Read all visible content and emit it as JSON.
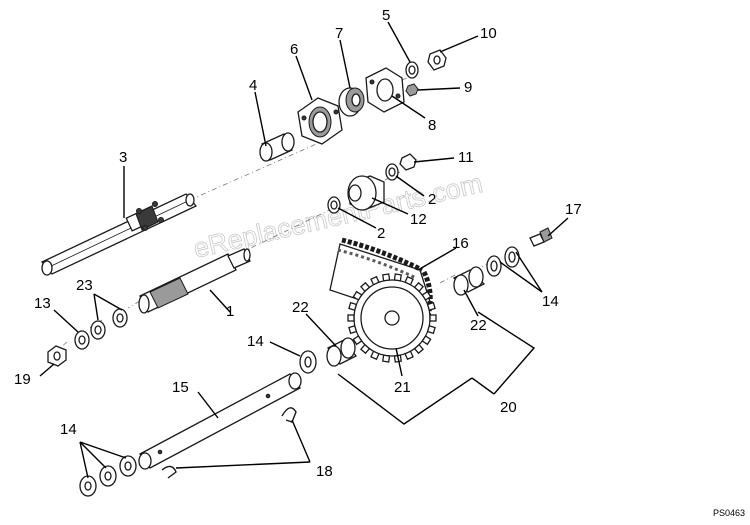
{
  "watermark": "eReplacementParts.com",
  "figure_ref": "PS0463",
  "callouts": {
    "c1": "1",
    "c2a": "2",
    "c2b": "2",
    "c3": "3",
    "c4": "4",
    "c5": "5",
    "c6": "6",
    "c7": "7",
    "c8": "8",
    "c9": "9",
    "c10": "10",
    "c11": "11",
    "c12": "12",
    "c13": "13",
    "c14a": "14",
    "c14b": "14",
    "c14c": "14",
    "c15": "15",
    "c16": "16",
    "c17": "17",
    "c18": "18",
    "c19": "19",
    "c20": "20",
    "c21": "21",
    "c22a": "22",
    "c22b": "22",
    "c23": "23"
  },
  "colors": {
    "line": "#1a1a1a",
    "shade": "#9a9a9a",
    "watermark": "#c9c9c9"
  }
}
